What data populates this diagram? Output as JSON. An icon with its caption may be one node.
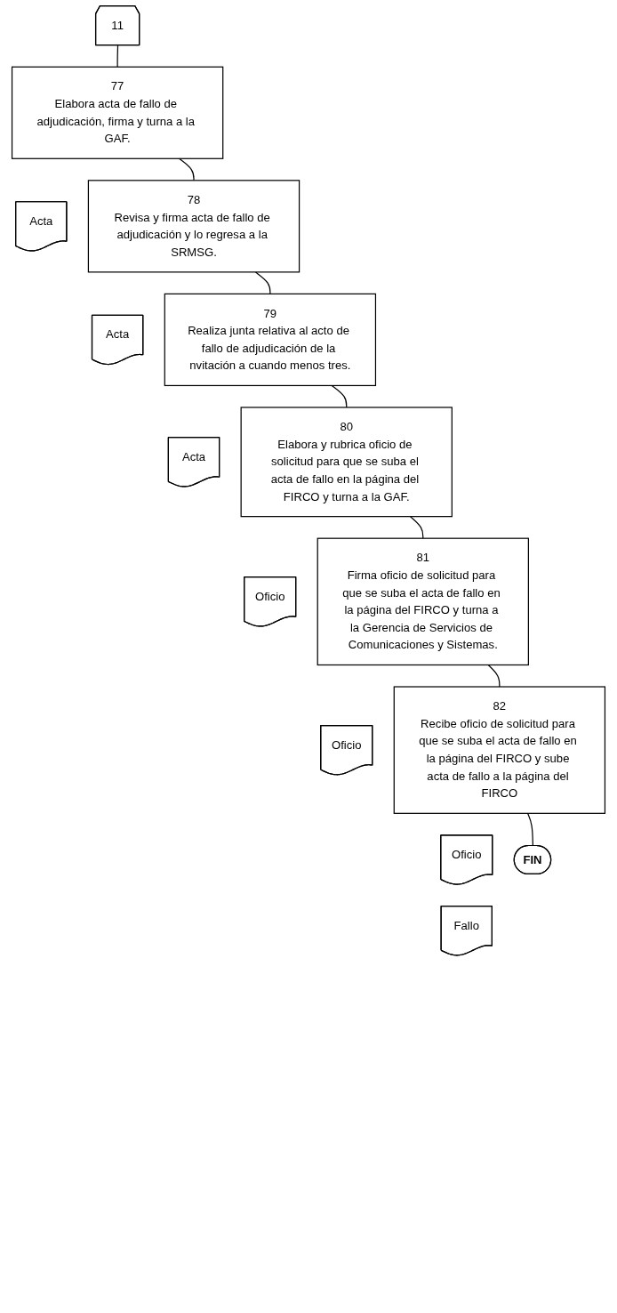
{
  "diagram": {
    "nodes": [
      {
        "text": [
          "11"
        ]
      },
      {
        "text": [
          "77",
          "Elabora acta de fallo de adjudicación, firma y turna a la GAF."
        ]
      },
      {
        "text": [
          "Acta"
        ]
      },
      {
        "text": [
          "78",
          "Revisa y firma acta de fallo de adjudicación y lo regresa a la SRMSG."
        ]
      },
      {
        "text": [
          "Acta"
        ]
      },
      {
        "text": [
          "79",
          "Realiza junta relativa al acto de fallo de adjudicación de la nvitación a cuando menos tres."
        ]
      },
      {
        "text": [
          "Acta"
        ]
      },
      {
        "text": [
          "80",
          "Elabora y rubrica oficio de solicitud para que se suba el acta de fallo en la página del FIRCO y turna a la GAF."
        ]
      },
      {
        "text": [
          "Oficio"
        ]
      },
      {
        "text": [
          "81",
          "Firma oficio de solicitud para que se suba el acta de fallo en la página del FIRCO y turna a la Gerencia de Servicios de Comunicaciones y Sistemas."
        ]
      },
      {
        "text": [
          "Oficio"
        ]
      },
      {
        "text": [
          "82",
          "Recibe oficio de solicitud para que se suba el acta de fallo en la página del FIRCO y sube acta de fallo a la página del FIRCO"
        ]
      },
      {
        "text": [
          "Oficio"
        ]
      },
      {
        "text": [
          "Fallo"
        ]
      },
      {
        "text": [
          "FIN"
        ]
      }
    ],
    "edges": [
      {
        "from": 0,
        "to": 1,
        "arrow": "none"
      },
      {
        "from": 1,
        "to": 3,
        "arrow": "none"
      },
      {
        "from": 3,
        "to": 5,
        "arrow": "none"
      },
      {
        "from": 5,
        "to": 7,
        "arrow": "none"
      },
      {
        "from": 7,
        "to": 9,
        "arrow": "none"
      },
      {
        "from": 9,
        "to": 11,
        "arrow": "none"
      },
      {
        "from": 11,
        "to": 14,
        "arrow": "none"
      }
    ]
  }
}
